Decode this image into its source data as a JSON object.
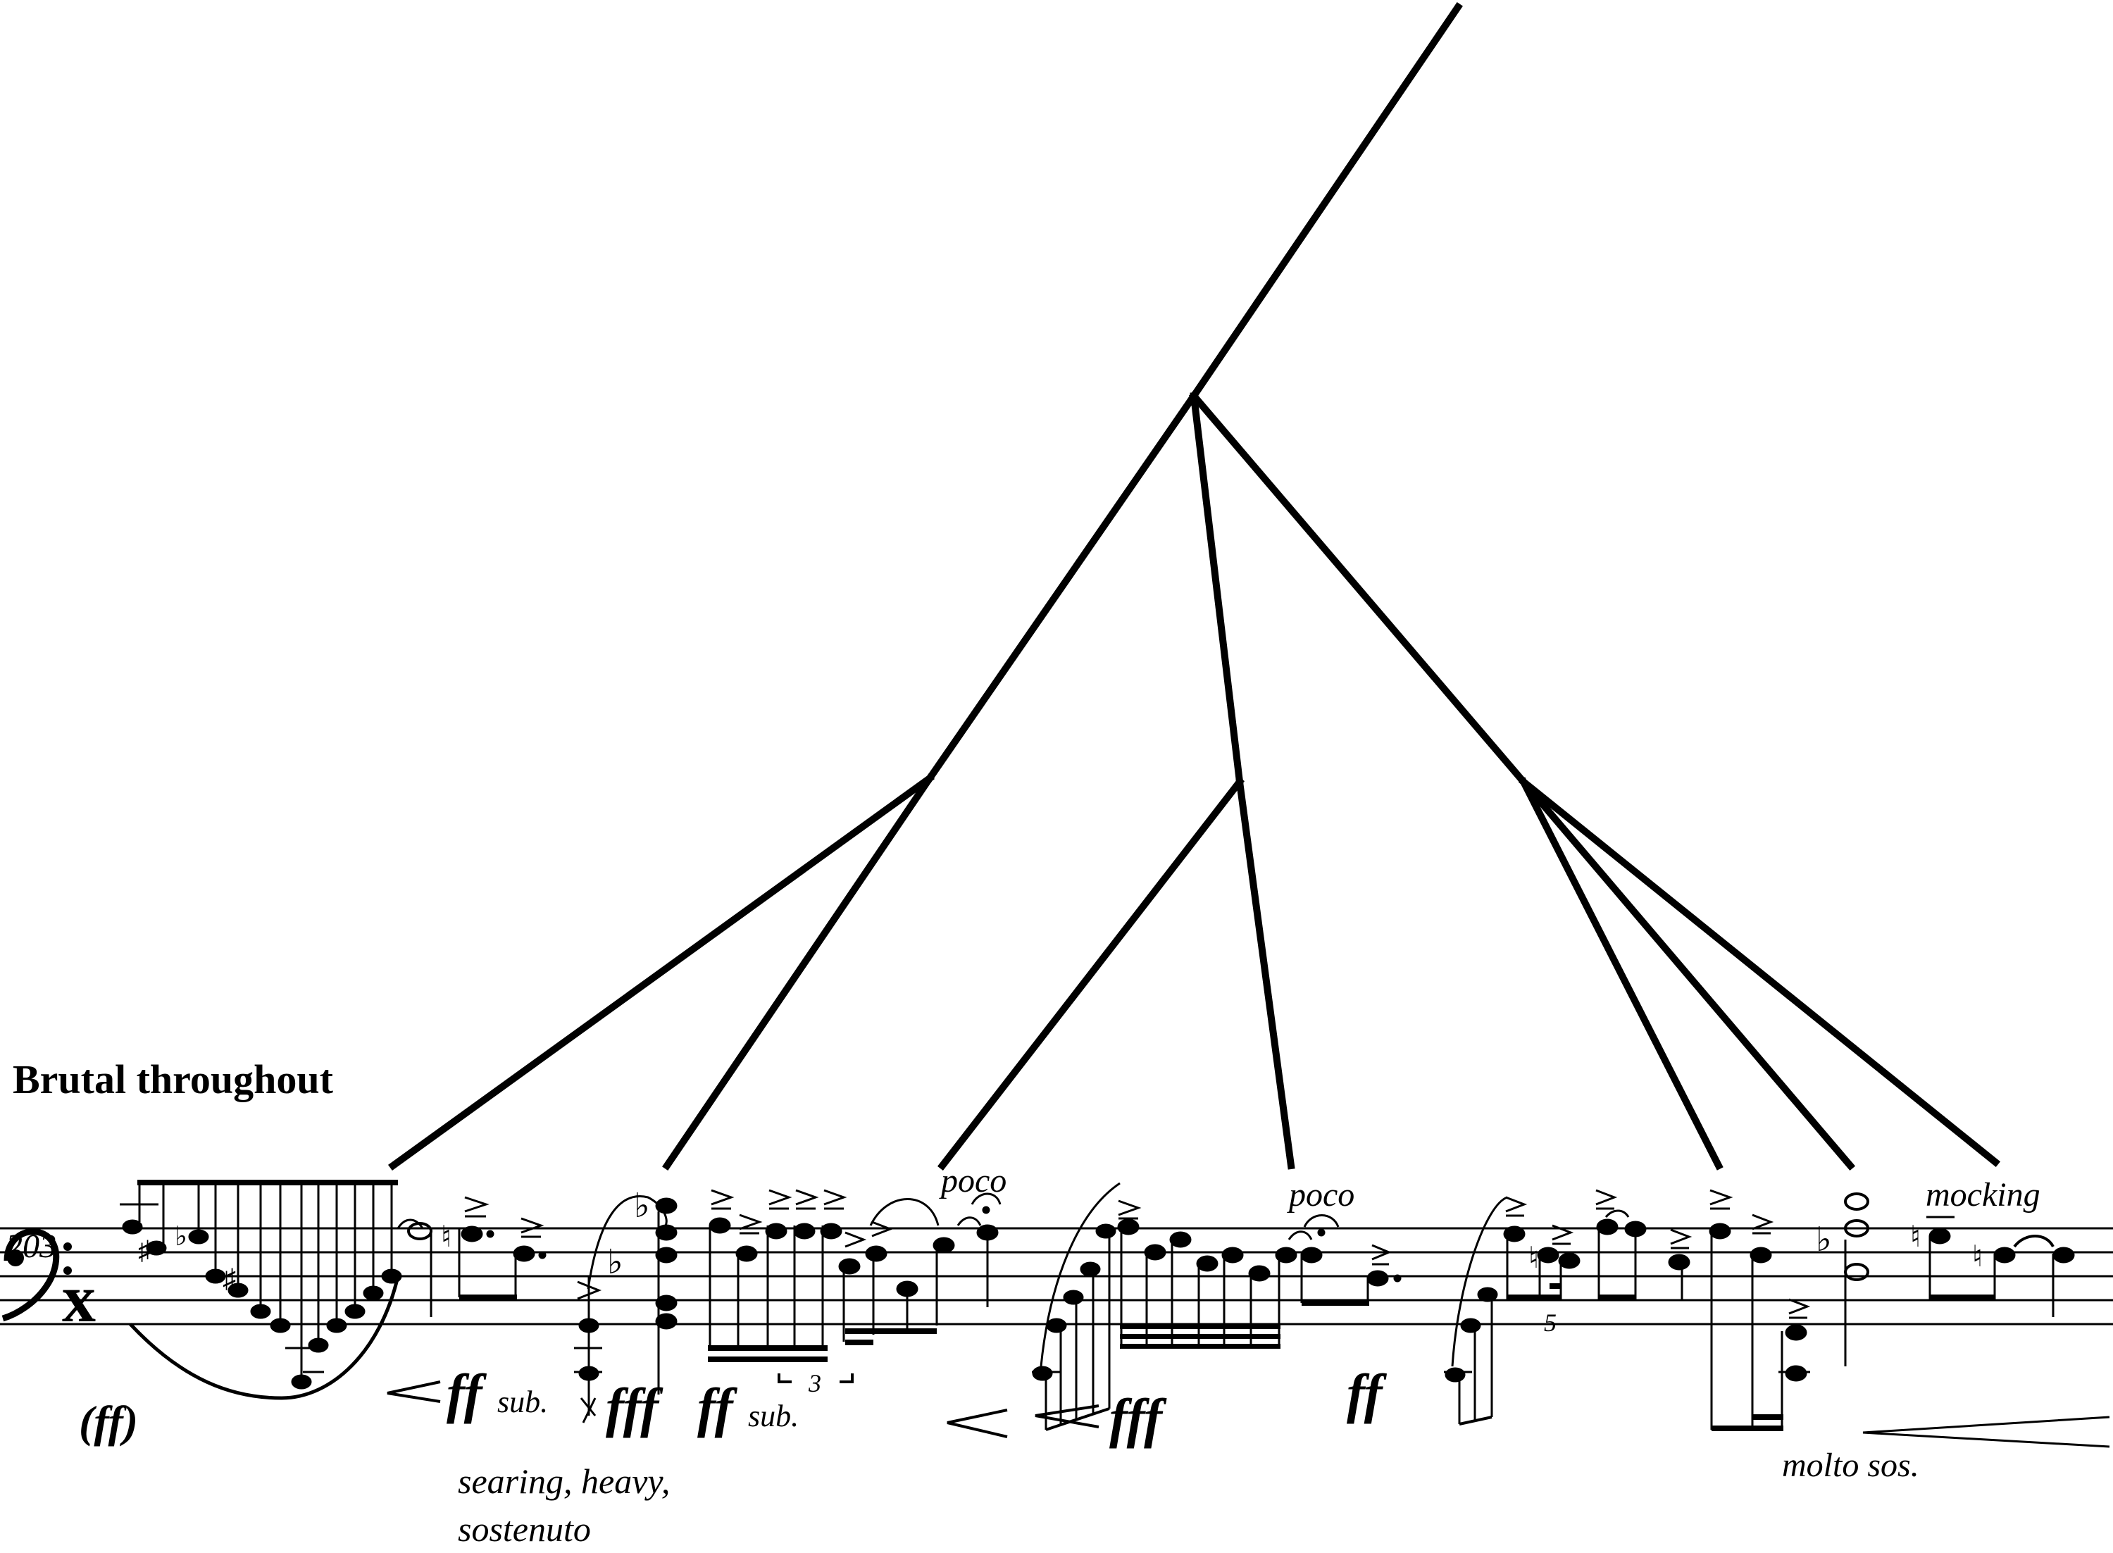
{
  "header": {
    "tempo_text": "Brutal throughout"
  },
  "measure": {
    "number": "203"
  },
  "clef": {
    "symbol": "𝄢",
    "extra": "x"
  },
  "dynamics": {
    "initial": "(ff)",
    "ff_sub_1": "ff",
    "sub_1": "sub.",
    "fff_1": "fff",
    "ff_sub_2": "ff",
    "sub_2": "sub.",
    "fff_2": "fff",
    "ff_3": "ff"
  },
  "expressions": {
    "searing_line1": "searing, heavy,",
    "searing_line2": "sostenuto",
    "poco_1": "poco",
    "poco_2": "poco",
    "mocking": "mocking",
    "molto_sos": "molto sos."
  },
  "tuplets": {
    "triplet": "3",
    "quintuplet": "5"
  },
  "accidentals": {
    "sharp": "♯",
    "flat": "♭",
    "natural": "♮"
  },
  "colors": {
    "ink": "#000000",
    "paper": "#ffffff"
  }
}
